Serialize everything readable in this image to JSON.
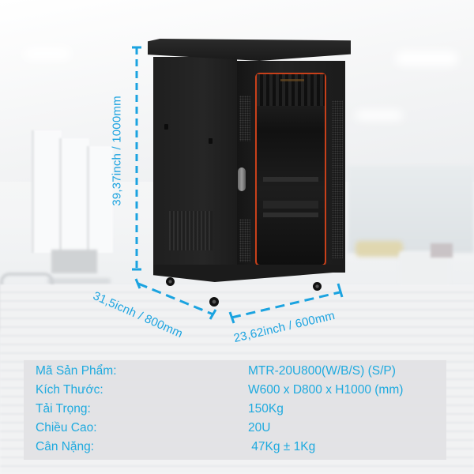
{
  "image": {
    "subject": "Black 20U network server rack cabinet with glass front door and orange trim",
    "background": "blurred bright office interior"
  },
  "dimensions": {
    "height_label": "39,37inch / 1000mm",
    "depth_label": "31,5icnh / 800mm",
    "width_label": "23,62inch / 600mm",
    "line_color": "#1ba3e0"
  },
  "specs": {
    "text_color": "#1eaadf",
    "panel_color": "#e2e2e4",
    "rows": [
      {
        "label": "Mã Sản Phẩm:",
        "value": "MTR-20U800(W/B/S) (S/P)"
      },
      {
        "label": "Kích Thước:",
        "value": "W600 x D800 x H1000 (mm)"
      },
      {
        "label": "Tải Trọng:",
        "value": "150Kg"
      },
      {
        "label": "Chiều Cao:",
        "value": "20U"
      },
      {
        "label": "Cân Nặng:",
        "value": " 47Kg ± 1Kg"
      }
    ]
  },
  "colors": {
    "cabinet": "#1c1c1c",
    "door_trim": "#c8401a"
  }
}
